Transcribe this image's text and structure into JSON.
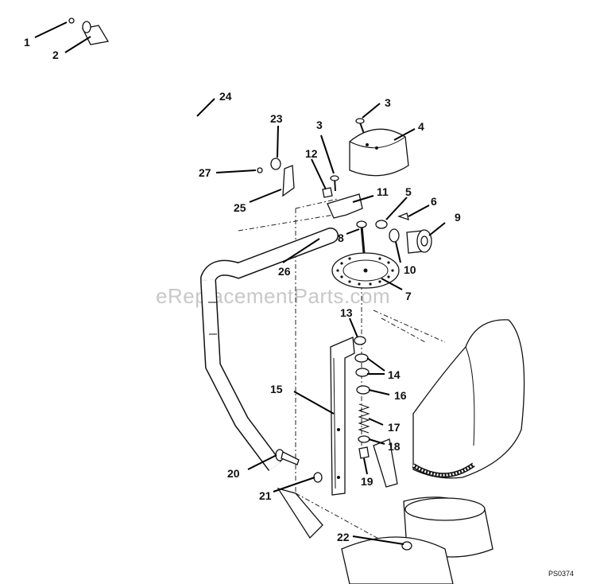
{
  "watermark": "eReplacementParts.com",
  "drawing_code": "PS0374",
  "callouts": [
    {
      "id": "c1",
      "text": "1"
    },
    {
      "id": "c2",
      "text": "2"
    },
    {
      "id": "c3a",
      "text": "3"
    },
    {
      "id": "c3b",
      "text": "3"
    },
    {
      "id": "c4",
      "text": "4"
    },
    {
      "id": "c5",
      "text": "5"
    },
    {
      "id": "c6",
      "text": "6"
    },
    {
      "id": "c7",
      "text": "7"
    },
    {
      "id": "c8",
      "text": "8"
    },
    {
      "id": "c9",
      "text": "9"
    },
    {
      "id": "c10",
      "text": "10"
    },
    {
      "id": "c11",
      "text": "11"
    },
    {
      "id": "c12",
      "text": "12"
    },
    {
      "id": "c13",
      "text": "13"
    },
    {
      "id": "c14",
      "text": "14"
    },
    {
      "id": "c15",
      "text": "15"
    },
    {
      "id": "c16",
      "text": "16"
    },
    {
      "id": "c17",
      "text": "17"
    },
    {
      "id": "c18",
      "text": "18"
    },
    {
      "id": "c19",
      "text": "19"
    },
    {
      "id": "c20",
      "text": "20"
    },
    {
      "id": "c21",
      "text": "21"
    },
    {
      "id": "c22",
      "text": "22"
    },
    {
      "id": "c23",
      "text": "23"
    },
    {
      "id": "c24",
      "text": "24"
    },
    {
      "id": "c25",
      "text": "25"
    },
    {
      "id": "c26",
      "text": "26"
    },
    {
      "id": "c27",
      "text": "27"
    }
  ]
}
